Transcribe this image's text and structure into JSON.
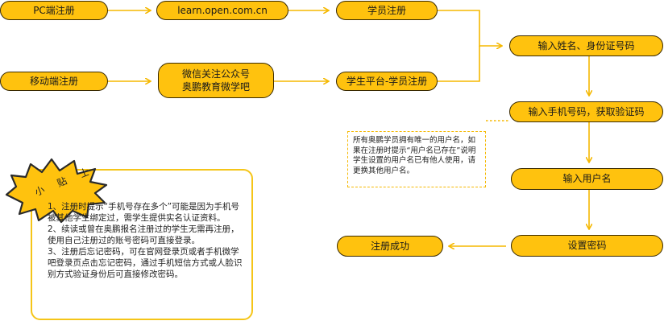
{
  "colors": {
    "node_fill": "#ffc20e",
    "node_border": "#3a2a00",
    "arrow": "#f5b800",
    "tips_border": "#f5c518"
  },
  "nodes": {
    "pc": "PC端注册",
    "mobile": "移动端注册",
    "website": "learn.open.com.cn",
    "wechat_line1": "微信关注公众号",
    "wechat_line2": "奥鹏教育微学吧",
    "student_register": "学员注册",
    "student_platform": "学生平台-学员注册",
    "enter_name": "输入姓名、身份证号码",
    "enter_phone": "输入手机号码，获取验证码",
    "enter_username": "输入用户名",
    "set_password": "设置密码",
    "success": "注册成功"
  },
  "note": "所有奥鹏学员拥有唯一的用户名，如果在注册时提示“用户名已存在”说明学生设置的用户名已有他人使用，请更换其他用户名。",
  "tips": {
    "title": "小 贴 士",
    "items": [
      "1、注册时提示“手机号存在多个”可能是因为手机号被其他学生绑定过，需学生提供实名认证资料。",
      "2、续读或曾在奥鹏报名注册过的学生无需再注册，使用自己注册过的账号密码可直接登录。",
      "3、注册后忘记密码，可在官网登录页或者手机微学吧登录页点击忘记密码，通过手机短信方式或人脸识别方式验证身份后可直接修改密码。"
    ]
  }
}
